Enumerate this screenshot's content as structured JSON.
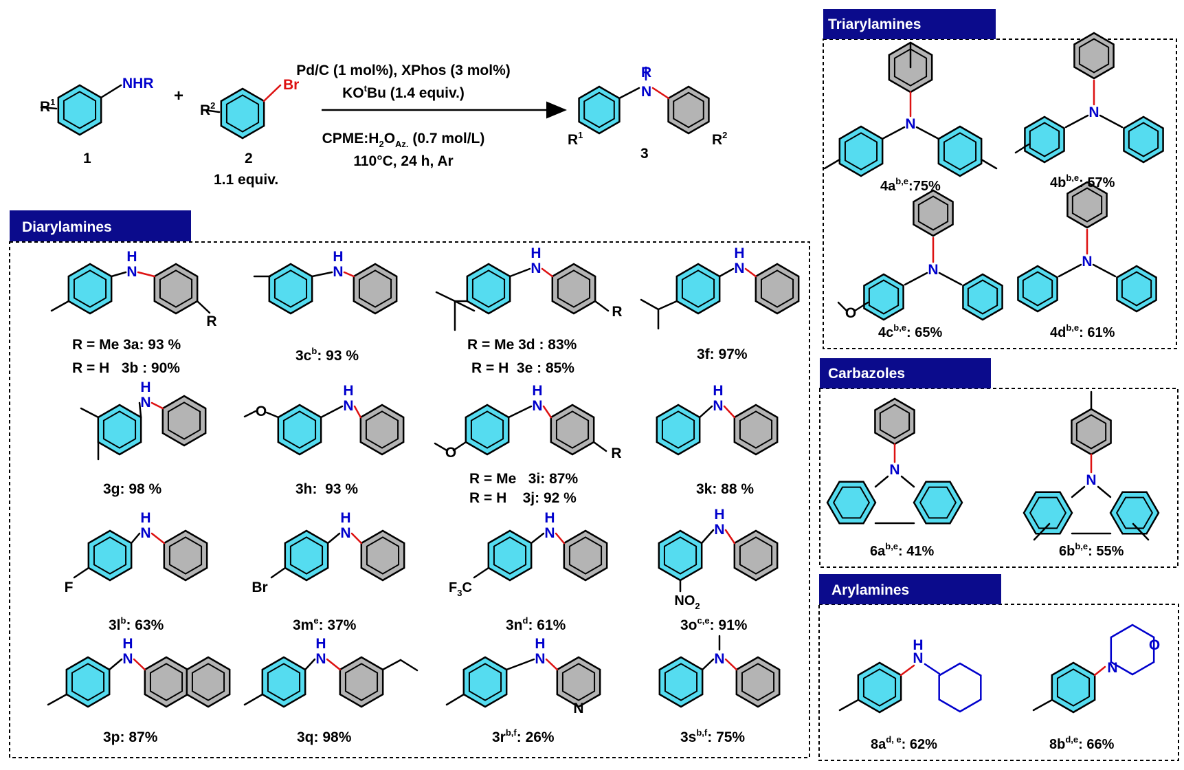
{
  "colors": {
    "header_bg": "#0b0b8c",
    "cyan_ring": "#55dcf0",
    "gray_ring": "#b4b4b4",
    "blue_atom": "#0000cc",
    "red_atom": "#dd1111",
    "red_bond": "#dd1111"
  },
  "reaction": {
    "reagent_1": {
      "nh": "NHR",
      "r": "R",
      "sup": "1",
      "number": "1"
    },
    "plus": "+",
    "reagent_2": {
      "br": "Br",
      "r": "R",
      "sup": "2",
      "number": "2",
      "equiv": "1.1 equiv."
    },
    "conditions_line1": "Pd/C (1 mol%), XPhos (3 mol%)",
    "conditions_line2_a": "KO",
    "conditions_line2_sup": "t",
    "conditions_line2_b": "Bu (1.4 equiv.)",
    "conditions_line3_a": "CPME:H",
    "conditions_line3_sub": "2",
    "conditions_line3_b": "O",
    "conditions_line3_sub2": "Az.",
    "conditions_line3_c": " (0.7 mol/L)",
    "conditions_line4": "110°C, 24 h, Ar",
    "product": {
      "r": "R",
      "r1": "R",
      "sup1": "1",
      "r2": "R",
      "sup2": "2",
      "n": "N",
      "number": "3"
    }
  },
  "atoms": {
    "n": "N",
    "h": "H",
    "r": "R",
    "f": "F",
    "br": "Br",
    "o": "O",
    "f3c_a": "F",
    "f3c_sub": "3",
    "f3c_b": "C",
    "no2_a": "NO",
    "no2_sub": "2"
  },
  "sections": {
    "diarylamines": {
      "title": "Diarylamines",
      "entries": [
        {
          "id": "3a3b",
          "line1": "R = Me 3a: 93 %",
          "line2": "R = H   3b : 90%"
        },
        {
          "id": "3c",
          "a": "3c",
          "sup": "b",
          "b": ": 93 %"
        },
        {
          "id": "3d3e",
          "line1": "R = Me 3d : 83%",
          "line2": "R = H  3e : 85%"
        },
        {
          "id": "3f",
          "a": "3f: 97%"
        },
        {
          "id": "3g",
          "a": "3g: 98 %"
        },
        {
          "id": "3h",
          "a": "3h:  93 %"
        },
        {
          "id": "3i3j",
          "line1": "R = Me   3i: 87%",
          "line2": "R = H    3j: 92 %"
        },
        {
          "id": "3k",
          "a": "3k: 88 %"
        },
        {
          "id": "3l",
          "a": "3l",
          "sup": "b",
          "b": ": 63%"
        },
        {
          "id": "3m",
          "a": "3m",
          "sup": "e",
          "b": ": 37%"
        },
        {
          "id": "3n",
          "a": "3n",
          "sup": "d",
          "b": ": 61%"
        },
        {
          "id": "3o",
          "a": "3o",
          "sup": "c,e",
          "b": ": 91%"
        },
        {
          "id": "3p",
          "a": "3p: 87%"
        },
        {
          "id": "3q",
          "a": "3q: 98%"
        },
        {
          "id": "3r",
          "a": "3r",
          "sup": "b,f",
          "b": ": 26%"
        },
        {
          "id": "3s",
          "a": "3s",
          "sup": "b,f",
          "b": ": 75%"
        }
      ]
    },
    "triarylamines": {
      "title": "Triarylamines",
      "entries": [
        {
          "id": "4a",
          "a": "4a",
          "sup": "b,e",
          "b": ":75%"
        },
        {
          "id": "4b",
          "a": "4b",
          "sup": "b,e",
          "b": ": 57%"
        },
        {
          "id": "4c",
          "a": "4c",
          "sup": "b,e",
          "b": ": 65%"
        },
        {
          "id": "4d",
          "a": "4d",
          "sup": "b,e",
          "b": ": 61%"
        }
      ]
    },
    "carbazoles": {
      "title": "Carbazoles",
      "entries": [
        {
          "id": "6a",
          "a": "6a",
          "sup": "b,e",
          "b": ": 41%"
        },
        {
          "id": "6b",
          "a": "6b",
          "sup": "b,e",
          "b": ": 55%"
        }
      ]
    },
    "arylamines": {
      "title": "Arylamines",
      "entries": [
        {
          "id": "8a",
          "a": "8a",
          "sup": "d, e",
          "b": ": 62%"
        },
        {
          "id": "8b",
          "a": "8b",
          "sup": "d,e",
          "b": ": 66%"
        }
      ]
    }
  }
}
